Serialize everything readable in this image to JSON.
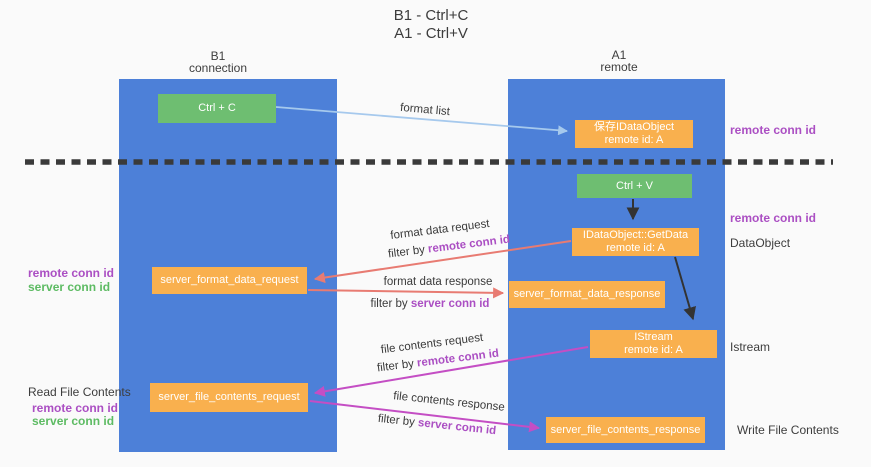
{
  "title": {
    "line1": "B1 - Ctrl+C",
    "line2": "A1 - Ctrl+V"
  },
  "lanes": {
    "left": {
      "name": "B1",
      "role": "connection"
    },
    "right": {
      "name": "A1",
      "role": "remote"
    }
  },
  "boxes": {
    "ctrl_c": "Ctrl + C",
    "ctrl_v": "Ctrl + V",
    "save_dataobject": {
      "line1": "保存IDataObject",
      "line2": "remote id: A"
    },
    "getdata": {
      "line1": "IDataObject::GetData",
      "line2": "remote id: A"
    },
    "istream": {
      "line1": "IStream",
      "line2": "remote id: A"
    },
    "format_request": "server_format_data_request",
    "format_response": "server_format_data_response",
    "file_request": "server_file_contents_request",
    "file_response": "server_file_contents_response"
  },
  "arrow_labels": {
    "format_list": "format list",
    "format_data_request": "format data request",
    "format_data_response": "format data response",
    "file_contents_request": "file contents request",
    "file_contents_response": "file contents response",
    "filter_by": "filter by ",
    "remote_conn_id": "remote conn id",
    "server_conn_id": "server conn id"
  },
  "margin_labels": {
    "right_remote_conn_id_top": "remote conn id",
    "right_remote_conn_id_mid": "remote conn id",
    "dataobject": "DataObject",
    "istream": "Istream",
    "write_file_contents": "Write File Contents",
    "left_remote_conn_id_top": "remote conn id",
    "left_server_conn_id_top": "server conn id",
    "read_file_contents": "Read File Contents",
    "left_remote_conn_id_bottom": "remote conn id",
    "left_server_conn_id_bottom": "server conn id"
  },
  "colors": {
    "lane_blue": "#4d80d8",
    "box_green": "#6ebe71",
    "box_orange": "#f9b04e",
    "arrow_light_blue": "#a6c9ed",
    "arrow_salmon": "#e87b72",
    "arrow_magenta": "#c44ec4",
    "arrow_black": "#333333",
    "text_purple": "#ab4fc3",
    "text_green": "#5dbb63",
    "background": "#fafafa"
  }
}
